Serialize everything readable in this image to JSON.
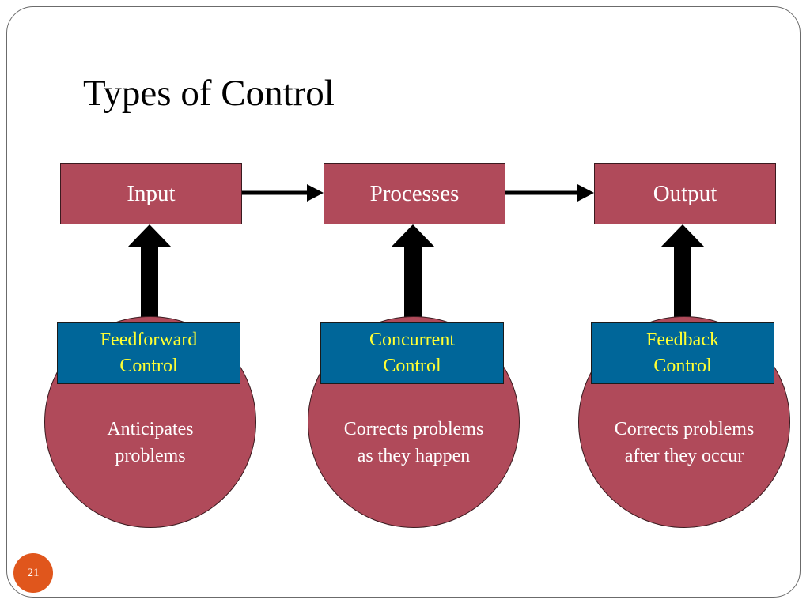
{
  "slide": {
    "title": "Types of Control",
    "number": "21"
  },
  "stages": [
    {
      "label": "Input"
    },
    {
      "label": "Processes"
    },
    {
      "label": "Output"
    }
  ],
  "controls": [
    {
      "name": "Feedforward\nControl",
      "description": "Anticipates problems"
    },
    {
      "name": "Concurrent\nControl",
      "description": "Corrects problems as they happen"
    },
    {
      "name": "Feedback\nControl",
      "description": "Corrects problems after they occur"
    }
  ],
  "colors": {
    "stage_fill": "#b04a5a",
    "control_fill": "#006699",
    "control_text": "#ffff33",
    "slide_number_badge": "#e0561c"
  }
}
